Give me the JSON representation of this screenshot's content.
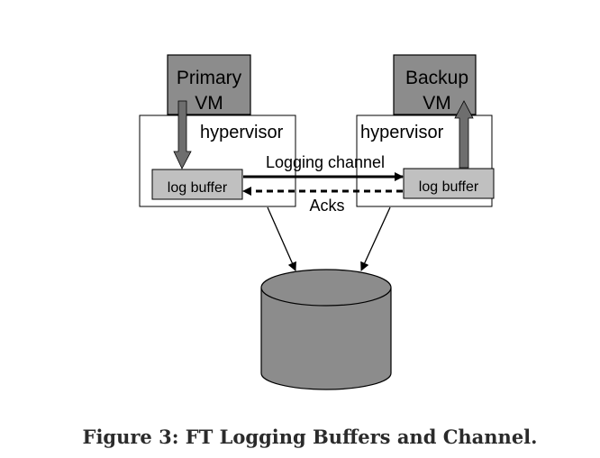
{
  "diagram": {
    "primary": {
      "vm_line1": "Primary",
      "vm_line2": "VM",
      "hypervisor": "hypervisor",
      "log_buffer": "log buffer"
    },
    "backup": {
      "vm_line1": "Backup",
      "vm_line2": "VM",
      "hypervisor": "hypervisor",
      "log_buffer": "log buffer"
    },
    "channel_label": "Logging channel",
    "acks_label": "Acks",
    "colors": {
      "vm_fill": "#8c8c8c",
      "buffer_fill": "#c0c0c0",
      "disk_fill": "#8c8c8c",
      "arrow_fill": "#6e6e6e"
    }
  },
  "caption": "Figure 3: FT Logging Buffers and Channel."
}
